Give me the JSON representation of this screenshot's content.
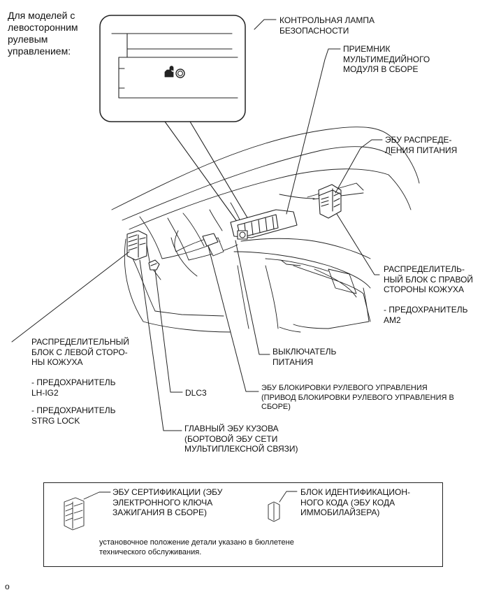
{
  "intro": "Для моделей с\nлевосторонним\nрулевым\nуправлением:",
  "callouts": {
    "security_lamp": "КОНТРОЛЬНАЯ ЛАМПА\nБЕЗОПАСНОСТИ",
    "multimedia_receiver": "ПРИЕМНИК\nМУЛЬТИМЕДИЙНОГО\nМОДУЛЯ В СБОРЕ",
    "power_ecu": "ЭБУ РАСПРЕДЕ-\nЛЕНИЯ ПИТАНИЯ",
    "right_junction_block": "РАСПРЕДЕЛИТЕЛЬ-\nНЫЙ БЛОК С ПРАВОЙ\nСТОРОНЫ КОЖУХА",
    "right_fuse": "- ПРЕДОХРАНИТЕЛЬ\nAM2",
    "left_junction_block": "РАСПРЕДЕЛИТЕЛЬНЫЙ\nБЛОК С ЛЕВОЙ СТОРО-\nНЫ КОЖУХА",
    "left_fuse_1": "- ПРЕДОХРАНИТЕЛЬ\nLH-IG2",
    "left_fuse_2": "- ПРЕДОХРАНИТЕЛЬ\nSTRG LOCK",
    "power_switch": "ВЫКЛЮЧАТЕЛЬ\nПИТАНИЯ",
    "steering_lock_ecu": "ЭБУ БЛОКИРОВКИ РУЛЕВОГО УПРАВЛЕНИЯ\n(ПРИВОД БЛОКИРОВКИ РУЛЕВОГО УПРАВЛЕНИЯ В\nСБОРЕ)",
    "dlc3": "DLC3",
    "main_body_ecu": "ГЛАВНЫЙ ЭБУ КУЗОВА\n(БОРТОВОЙ ЭБУ СЕТИ\nМУЛЬТИПЛЕКСНОЙ СВЯЗИ)"
  },
  "legend": {
    "certification_ecu": "ЭБУ СЕРТИФИКАЦИИ (ЭБУ\nЭЛЕКТРОННОГО КЛЮЧА\nЗАЖИГАНИЯ В СБОРЕ)",
    "transponder_block": "БЛОК ИДЕНТИФИКАЦИОН-\nНОГО КОДА (ЭБУ КОДА\nИММОБИЛАЙЗЕРА)",
    "note": "установочное положение детали указано в бюллетене\nтехнического обслуживания."
  },
  "footer_mark": "o"
}
